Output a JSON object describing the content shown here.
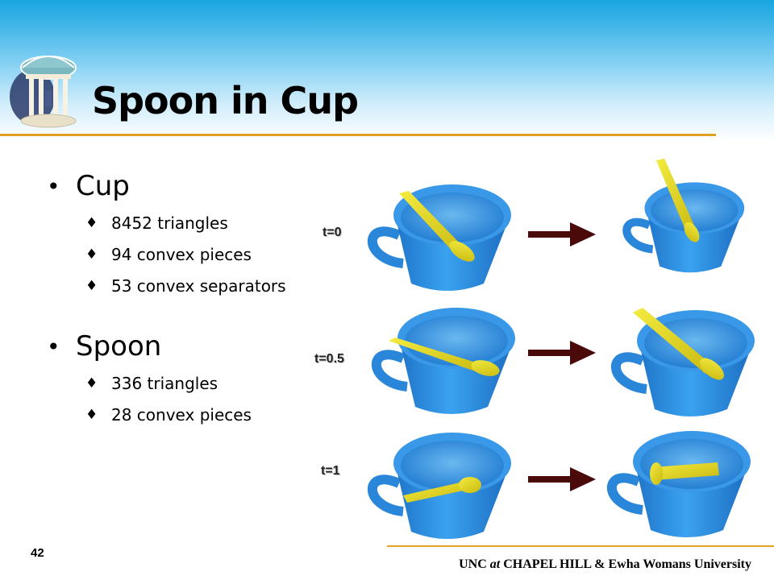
{
  "slide": {
    "title": "Spoon in Cup",
    "page_number": "42",
    "footer": {
      "part1": "UNC ",
      "at": "at",
      "part2": " CHAPEL HILL & Ewha Womans University"
    }
  },
  "bullets": [
    {
      "label": "Cup",
      "subitems": [
        "8452 triangles",
        "94 convex pieces",
        "53 convex separators"
      ]
    },
    {
      "label": "Spoon",
      "subitems": [
        "336 triangles",
        "28 convex pieces"
      ]
    }
  ],
  "figure": {
    "time_labels": [
      "t=0",
      "t=0.5",
      "t=1"
    ],
    "colors": {
      "cup": "#2a8fe0",
      "spoon": "#f0e020",
      "arrow": "#4a0a0a",
      "accent_rule": "#e0a020"
    },
    "icons": [
      "old-well-logo",
      "cup-with-spoon-render",
      "right-arrow-icon"
    ]
  }
}
